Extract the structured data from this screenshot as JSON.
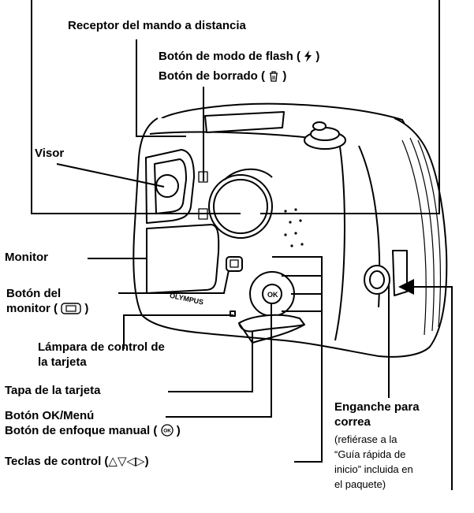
{
  "labels": {
    "receptor": "Receptor del mando a distancia",
    "flash": "Botón de modo de flash (",
    "flash_close": ")",
    "borrado": "Botón de borrado (",
    "borrado_close": ")",
    "visor": "Visor",
    "monitor": "Monitor",
    "boton_monitor_1": "Botón del",
    "boton_monitor_2": "monitor (",
    "boton_monitor_close": ")",
    "lampara_1": "Lámpara de control de",
    "lampara_2": "la tarjeta",
    "tapa": "Tapa de la tarjeta",
    "ok_menu": "Botón OK/Menú",
    "enfoque": "Botón de enfoque manual (",
    "enfoque_close": ")",
    "teclas": "Teclas de control (",
    "teclas_arrows": "△▽◁▷",
    "teclas_close": ")",
    "enganche_1": "Enganche para",
    "enganche_2": "correa",
    "nota_1": "(refiérase a la",
    "nota_2": "“Guía rápida de",
    "nota_3": "inicio” incluida en",
    "nota_4": "el paquete)"
  },
  "camera": {
    "brand": "OLYMPUS",
    "ok_text": "OK"
  },
  "icons": {
    "flash": "lightning-icon",
    "borrado": "trash-icon",
    "monitor": "monitor-icon",
    "enfoque": "manual-focus-icon"
  }
}
